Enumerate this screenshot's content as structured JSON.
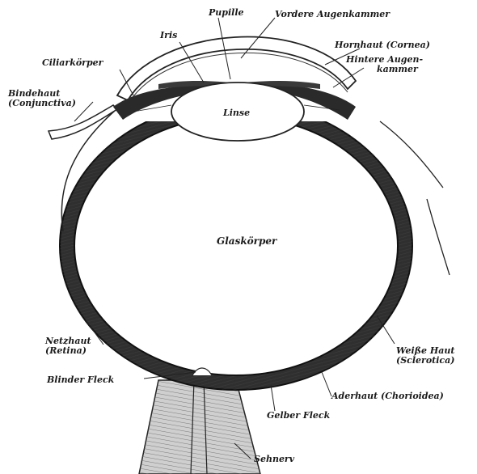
{
  "labels": {
    "pupille": "Pupille",
    "vordere_augenkammer": "Vordere Augenkammer",
    "iris": "Iris",
    "hornhaut": "Hornhaut (Cornea)",
    "ciliarkoerper": "Ciliarkörper",
    "hintere_augenkammer_1": "Hintere Augen-",
    "hintere_augenkammer_2": "kammer",
    "bindehaut_1": "Bindehaut",
    "bindehaut_2": "(Conjunctiva)",
    "linse": "Linse",
    "glaskoerper": "Glaskörper",
    "netzhaut_1": "Netzhaut",
    "netzhaut_2": "(Retina)",
    "weisse_haut_1": "Weiße Haut",
    "weisse_haut_2": "(Sclerotica)",
    "blinder_fleck": "Blinder Fleck",
    "aderhaut": "Aderhaut (Chorioidea)",
    "gelber_fleck": "Gelber Fleck",
    "sehnerv": "Sehnerv"
  },
  "colors": {
    "ink": "#1a1a1a",
    "wall": "#3a3a3a",
    "paper": "#ffffff"
  }
}
